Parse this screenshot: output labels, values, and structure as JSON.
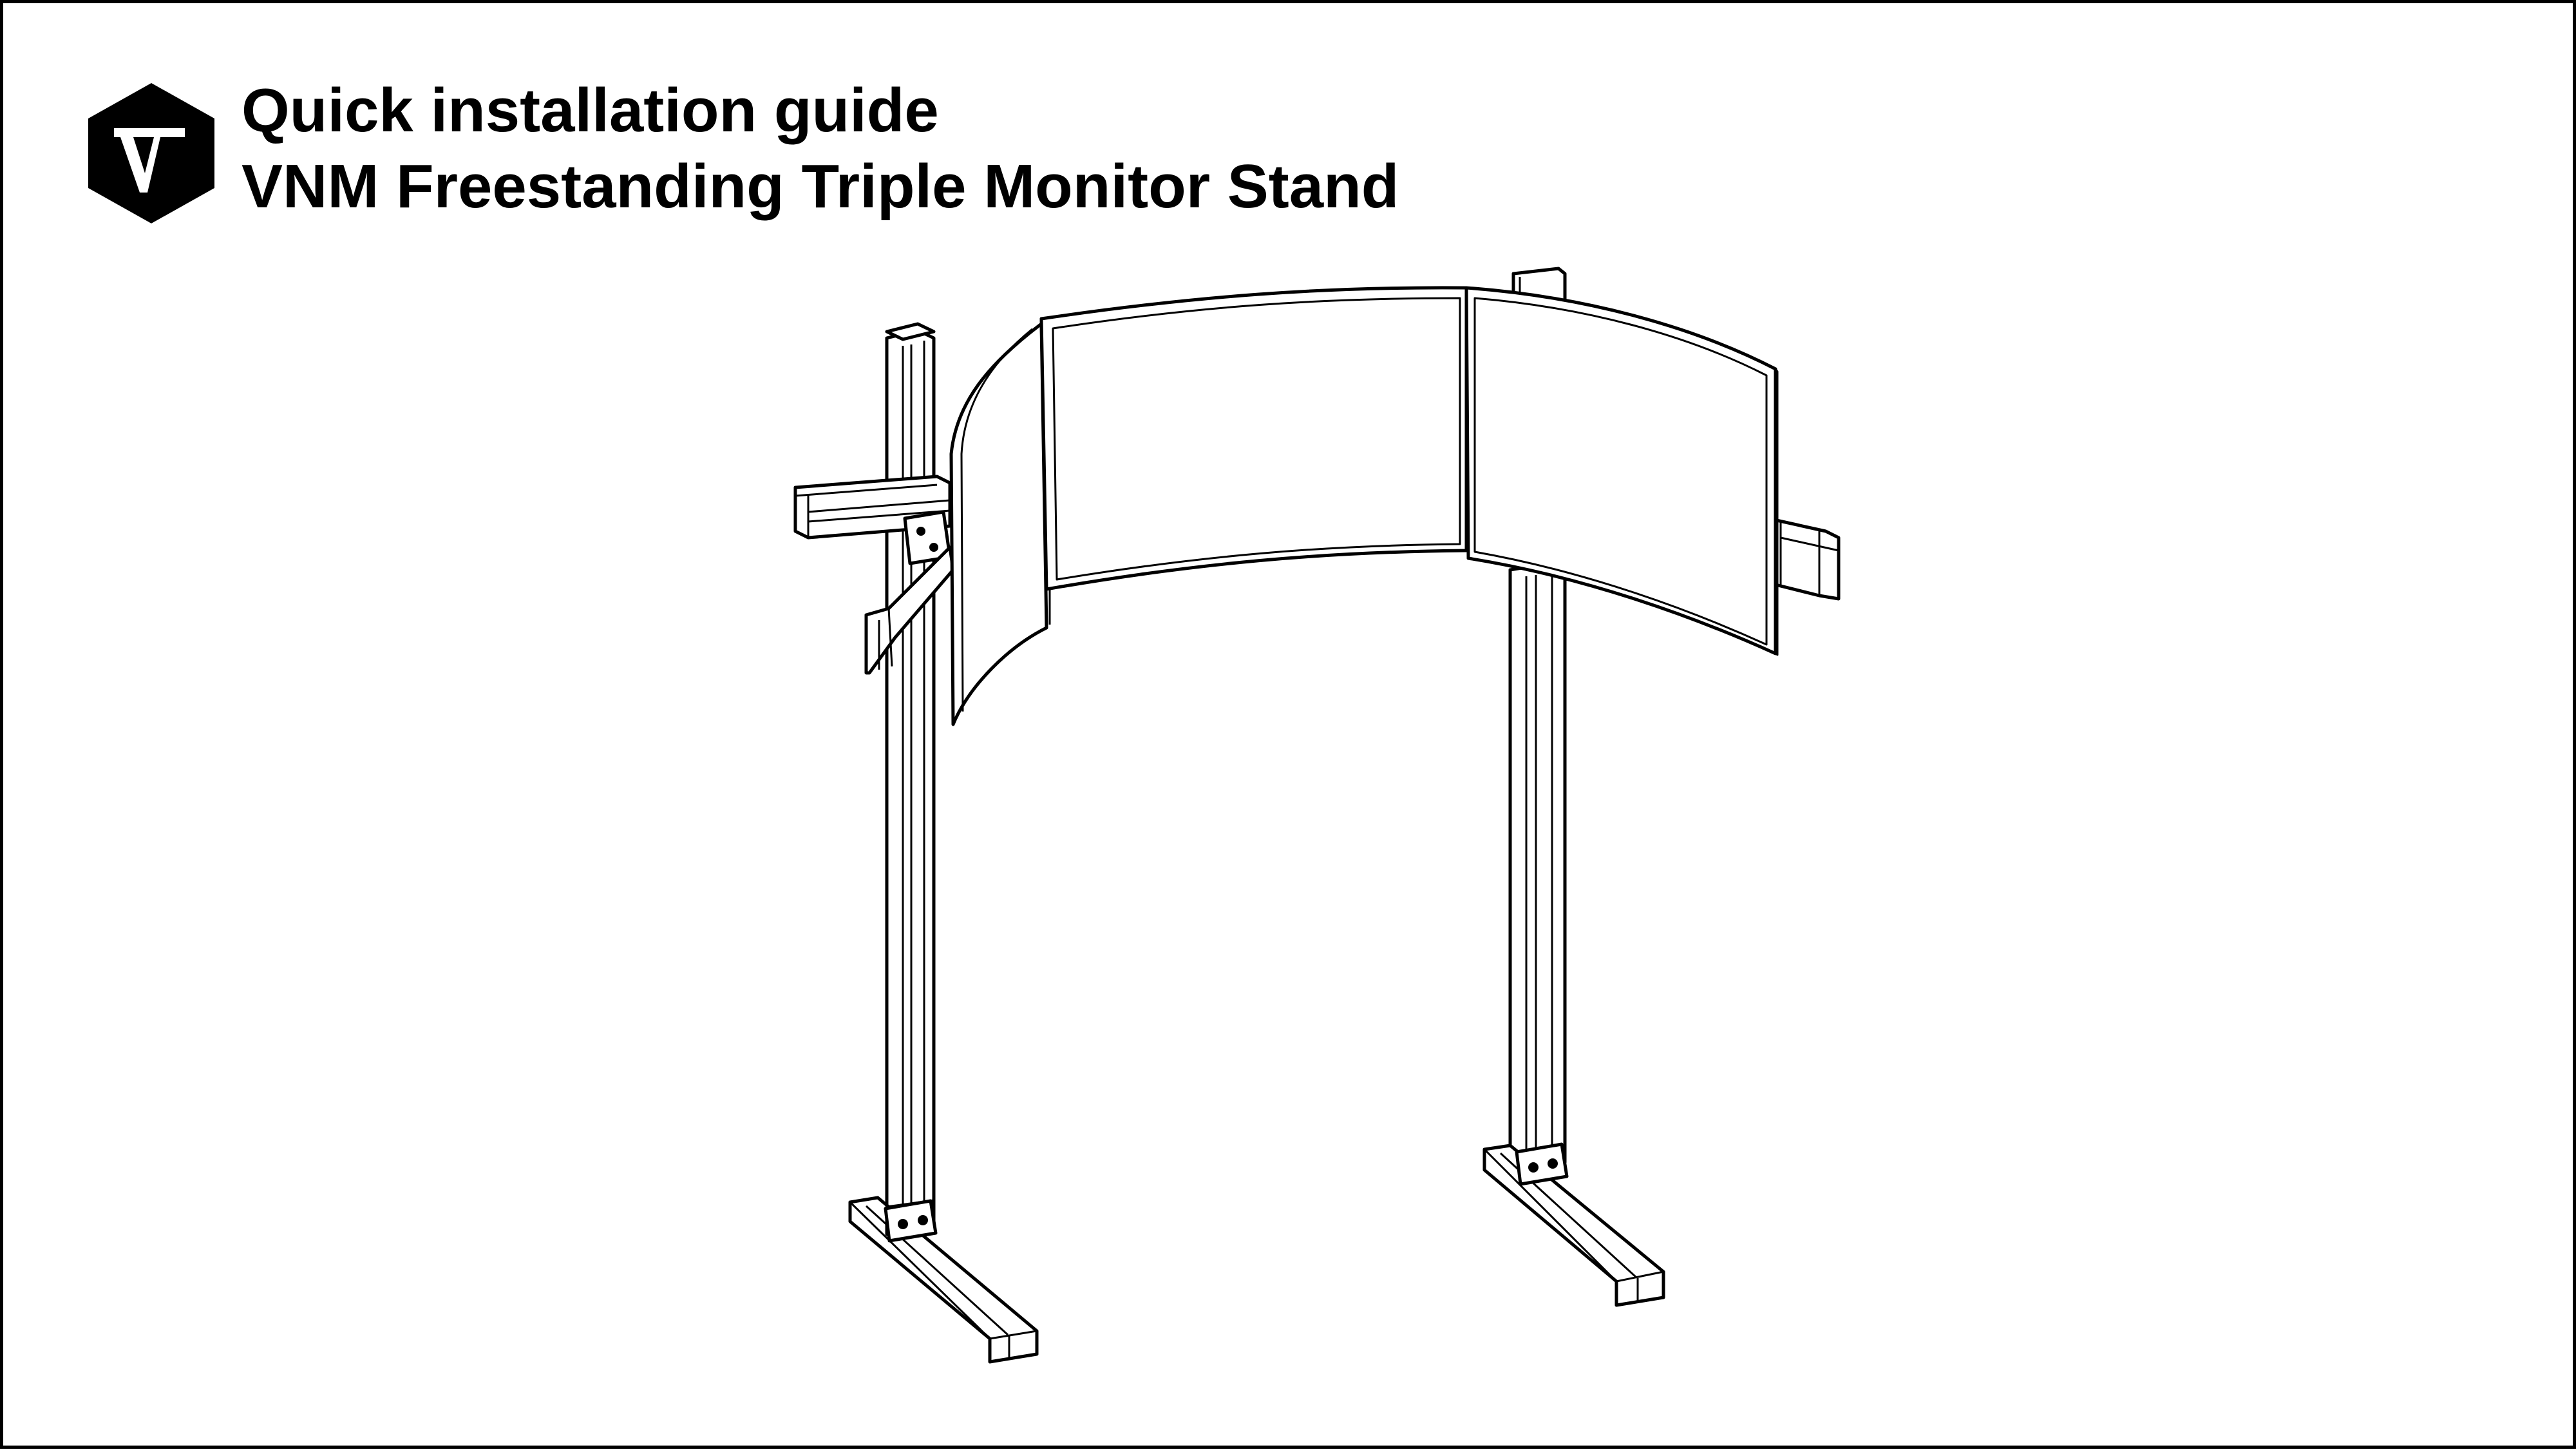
{
  "header": {
    "title_line_1": "Quick installation guide",
    "title_line_2": "VNM Freestanding Triple Monitor Stand"
  },
  "logo": {
    "icon": "vnm-hexagon-logo-icon",
    "color": "#000000"
  },
  "illustration": {
    "icon": "triple-monitor-stand-line-drawing"
  },
  "colors": {
    "background": "#ffffff",
    "ink": "#000000"
  }
}
